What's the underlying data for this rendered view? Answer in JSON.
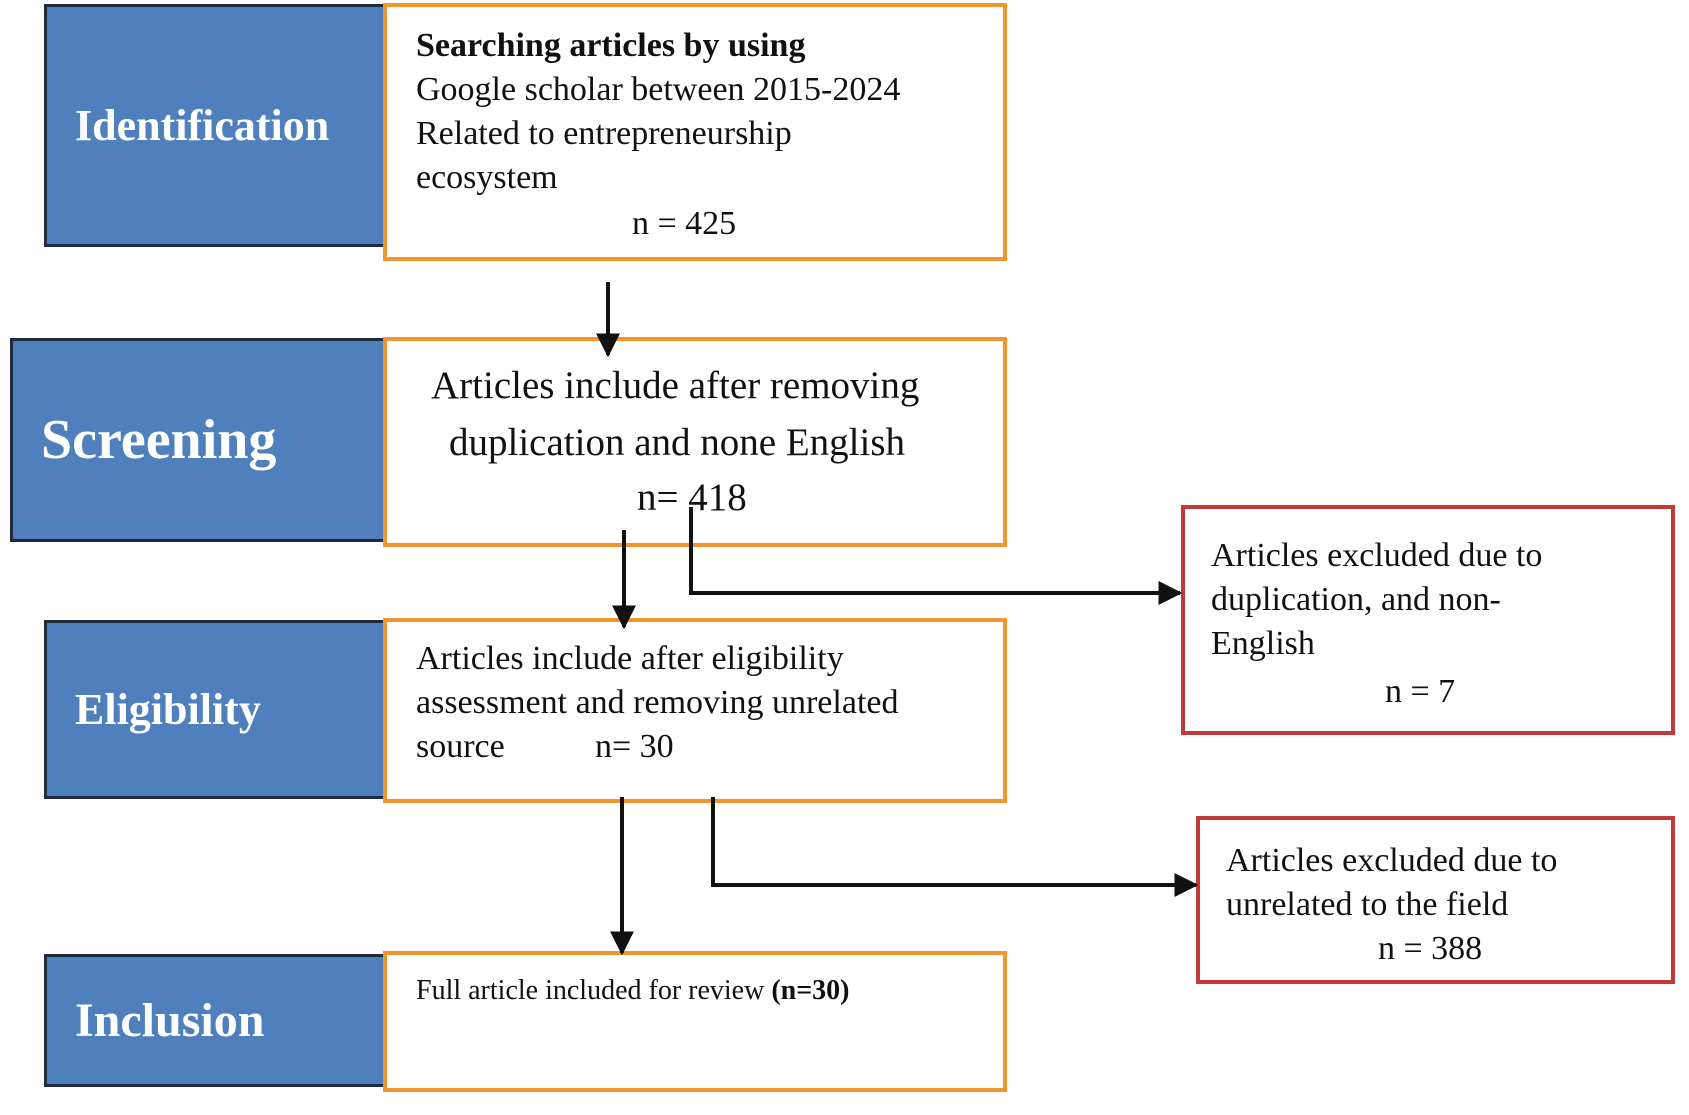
{
  "stages": {
    "identification": "Identification",
    "screening": "Screening",
    "eligibility": "Eligibility",
    "inclusion": "Inclusion"
  },
  "identification_box": {
    "line1": "Searching articles by using",
    "line2": "Google scholar between 2015-2024",
    "line3": "Related to entrepreneurship",
    "line4": "ecosystem",
    "count": "n = 425"
  },
  "screening_box": {
    "line1": "Articles include after removing",
    "line2": "duplication and none English",
    "count": "n= 418"
  },
  "eligibility_box": {
    "line1": "Articles include after eligibility",
    "line2": "assessment and removing unrelated",
    "line3": "source",
    "count": "n= 30"
  },
  "inclusion_box": {
    "text": "Full article included for review",
    "count": "(n=30)"
  },
  "excluded_duplication": {
    "line1": "Articles excluded due to",
    "line2": "duplication, and non-",
    "line3": "English",
    "count": "n = 7"
  },
  "excluded_unrelated": {
    "line1": "Articles excluded due to",
    "line2": "unrelated to the field",
    "count": "n = 388"
  },
  "colors": {
    "stage_fill": "#4f80bd",
    "stage_border": "#1f2a3a",
    "included_border": "#f0952f",
    "excluded_border": "#c0393b",
    "arrow": "#111111"
  }
}
